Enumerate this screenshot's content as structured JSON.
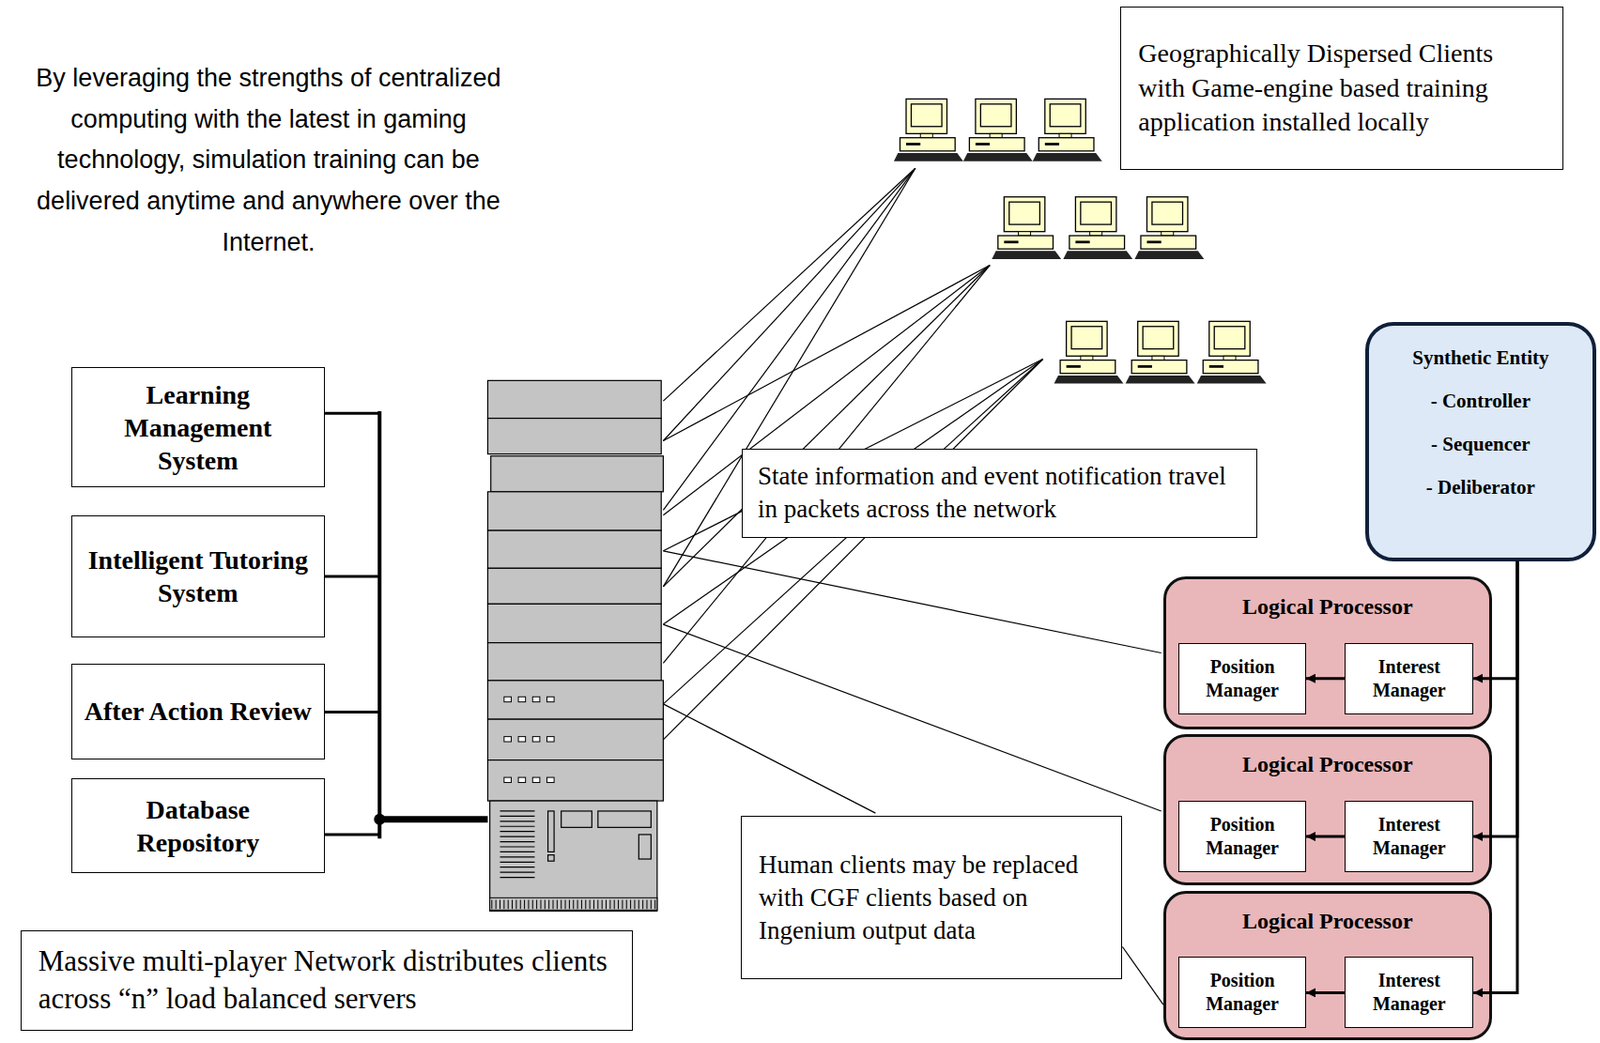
{
  "diagram": {
    "nodes": [
      {
        "text": [
          "Learning Management System"
        ]
      },
      {
        "text": [
          "Intelligent Tutoring System"
        ]
      },
      {
        "text": [
          "After Action Review"
        ]
      },
      {
        "text": [
          "Database Repository"
        ]
      },
      {
        "text": [
          "Massive multi-player Network distributes clients across “n” load balanced servers"
        ]
      },
      {
        "text": [
          "Geographically Dispersed Clients with Game-engine based training application installed locally"
        ]
      },
      {
        "text": [
          "State information and event notification travel in packets across the network"
        ]
      },
      {
        "text": [
          "Synthetic Entity",
          "- Controller",
          "- Sequencer",
          "- Deliberator"
        ]
      },
      {
        "text": [
          "Logical Processor"
        ]
      },
      {
        "text": [
          "Position Manager"
        ],
        "in": 8
      },
      {
        "text": [
          "Interest Manager"
        ],
        "in": 8
      },
      {
        "text": [
          "Logical Processor"
        ]
      },
      {
        "text": [
          "Position Manager"
        ],
        "in": 11
      },
      {
        "text": [
          "Interest Manager"
        ],
        "in": 11
      },
      {
        "text": [
          "Logical Processor"
        ]
      },
      {
        "text": [
          "Position Manager"
        ],
        "in": 14
      },
      {
        "text": [
          "Interest Manager"
        ],
        "in": 14
      },
      {
        "text": [
          "Human clients may be replaced with CGF clients based on Ingenium output data"
        ]
      }
    ],
    "edges": [
      {
        "from": 7,
        "to": 10,
        "arrow": "to"
      },
      {
        "from": 7,
        "to": 13,
        "arrow": "to"
      },
      {
        "from": 7,
        "to": 16,
        "arrow": "to"
      },
      {
        "from": 10,
        "to": 9,
        "arrow": "to"
      },
      {
        "from": 13,
        "to": 12,
        "arrow": "to"
      },
      {
        "from": 16,
        "to": 15,
        "arrow": "to"
      },
      {
        "from": 17,
        "to": 14,
        "arrow": "none"
      }
    ],
    "labels": [
      "By leveraging the strengths of centralized computing with the latest in gaming technology, simulation training can be delivered anytime and anywhere over the Internet."
    ]
  }
}
